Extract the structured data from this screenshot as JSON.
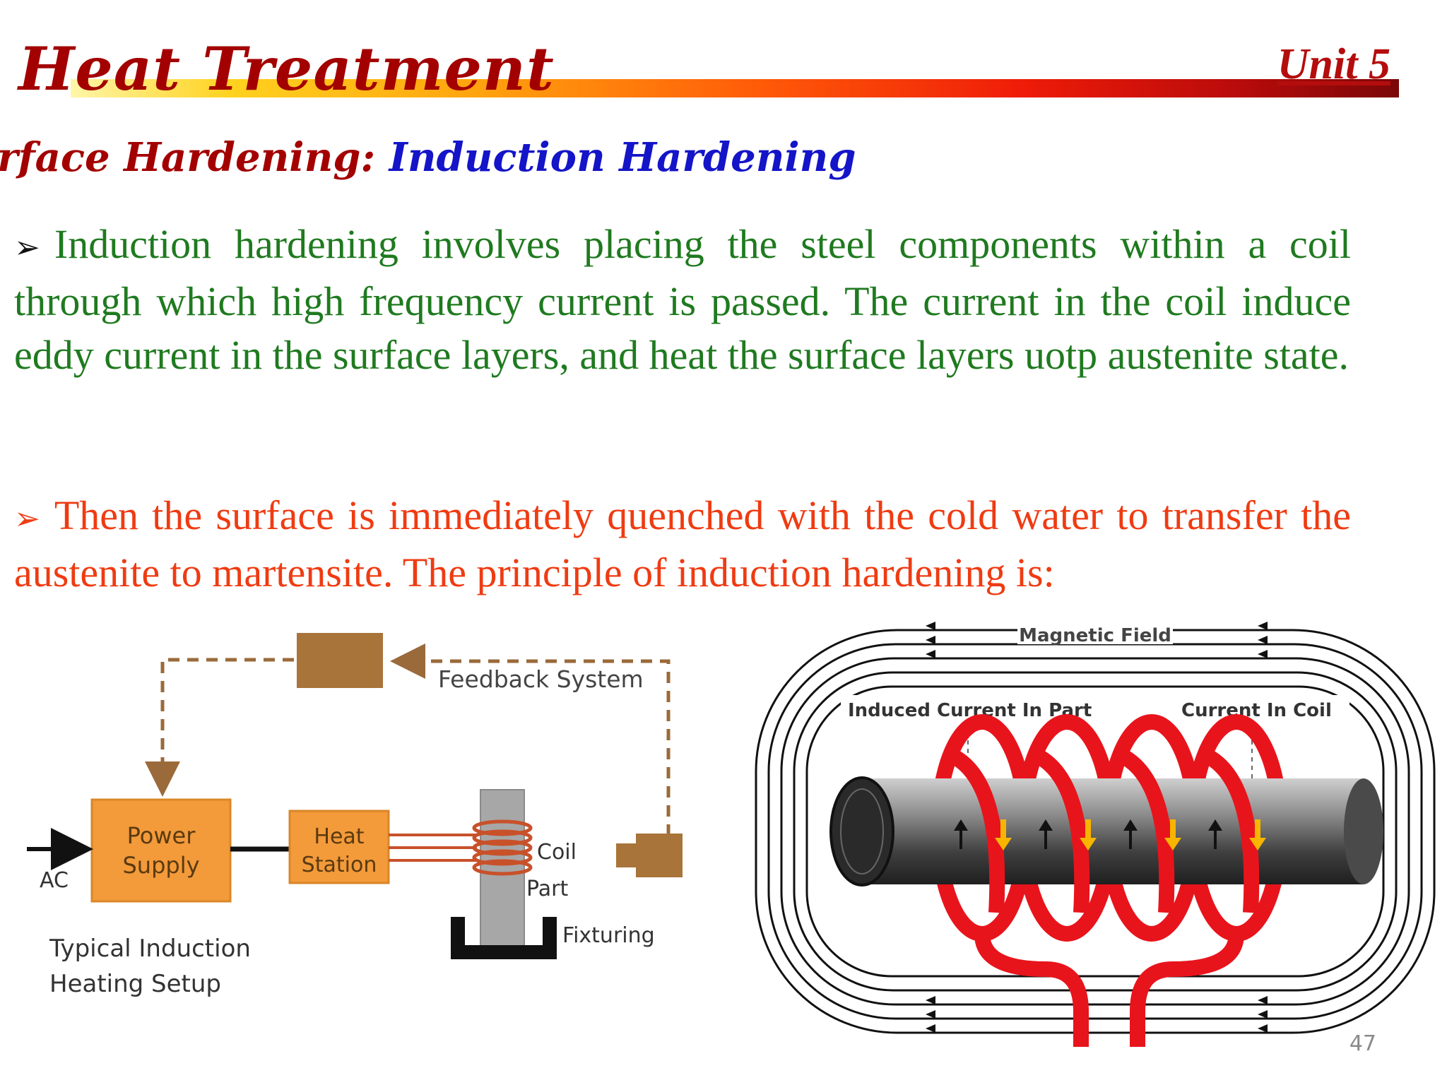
{
  "slide": {
    "title": "Heat Treatment",
    "unit": "Unit 5",
    "subtitle_part1": "rface Hardening:",
    "subtitle_part2": "Induction Hardening",
    "page_number": "47"
  },
  "paragraphs": [
    {
      "text": "Induction hardening involves placing the steel components within a coil through which high frequency current is passed. The current in the coil induce eddy current in the surface layers, and heat the surface layers uotp austenite state.",
      "color": "#1f7a1f"
    },
    {
      "text": "Then the surface is immediately quenched with the cold water to transfer the austenite to martensite. The principle of induction hardening is:",
      "color": "#ef3b12"
    }
  ],
  "setup_diagram": {
    "feedback_label": "Feedback System",
    "power_supply_line1": "Power",
    "power_supply_line2": "Supply",
    "heat_station_line1": "Heat",
    "heat_station_line2": "Station",
    "ac_label": "AC",
    "coil_label": "Coil",
    "part_label": "Part",
    "fixturing_label": "Fixturing",
    "caption_line1": "Typical Induction",
    "caption_line2": "Heating Setup"
  },
  "coil_diagram": {
    "magnetic_field_label": "Magnetic Field",
    "induced_current_label": "Induced Current In Part",
    "coil_current_label": "Current In Coil"
  },
  "colors": {
    "title_red": "#a30000",
    "subtitle_blue": "#1414c8",
    "box_orange": "#f39a3a",
    "box_brown": "#a8743a",
    "coil_red": "#e8141c",
    "arrow_yellow": "#f7b500"
  }
}
